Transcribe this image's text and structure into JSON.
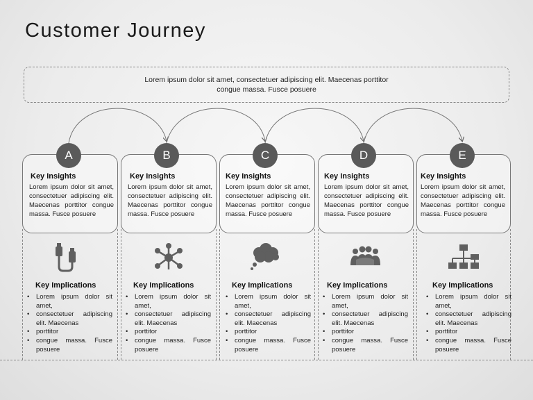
{
  "title": "Customer Journey",
  "intro": "Lorem ipsum dolor sit amet, consectetuer adipiscing elit. Maecenas porttitor congue massa. Fusce posuere",
  "stages": [
    {
      "letter": "A",
      "insights_title": "Key Insights",
      "insights_text": "Lorem ipsum dolor sit amet, consectetuer adipiscing elit. Maecenas porttitor congue massa. Fusce posuere",
      "icon": "usb-cable-icon",
      "implications_title": "Key Implications",
      "implications": [
        "Lorem ipsum dolor sit amet,",
        "consectetuer adipiscing elit. Maecenas",
        "porttitor",
        "congue massa. Fusce posuere"
      ]
    },
    {
      "letter": "B",
      "insights_title": "Key Insights",
      "insights_text": "Lorem ipsum dolor sit amet, consectetuer adipiscing elit. Maecenas porttitor congue massa. Fusce posuere",
      "icon": "network-nodes-icon",
      "implications_title": "Key Implications",
      "implications": [
        "Lorem ipsum dolor sit amet,",
        "consectetuer adipiscing elit. Maecenas",
        "porttitor",
        "congue massa. Fusce posuere"
      ]
    },
    {
      "letter": "C",
      "insights_title": "Key Insights",
      "insights_text": "Lorem ipsum dolor sit amet, consectetuer adipiscing elit. Maecenas porttitor congue massa. Fusce posuere",
      "icon": "thought-cloud-icon",
      "implications_title": "Key Implications",
      "implications": [
        "Lorem ipsum dolor sit amet,",
        "consectetuer adipiscing elit. Maecenas",
        "porttitor",
        "congue massa. Fusce posuere"
      ]
    },
    {
      "letter": "D",
      "insights_title": "Key Insights",
      "insights_text": "Lorem ipsum dolor sit amet, consectetuer adipiscing elit. Maecenas porttitor congue massa. Fusce posuere",
      "icon": "people-group-icon",
      "implications_title": "Key Implications",
      "implications": [
        "Lorem ipsum dolor sit amet,",
        "consectetuer adipiscing elit. Maecenas",
        "porttitor",
        "congue massa. Fusce posuere"
      ]
    },
    {
      "letter": "E",
      "insights_title": "Key Insights",
      "insights_text": "Lorem ipsum dolor sit amet, consectetuer adipiscing elit. Maecenas porttitor congue massa. Fusce posuere",
      "icon": "org-chart-icon",
      "implications_title": "Key Implications",
      "implications": [
        "Lorem ipsum dolor sit amet,",
        "consectetuer adipiscing elit. Maecenas",
        "porttitor",
        "congue massa. Fusce posuere"
      ]
    }
  ],
  "colors": {
    "circle": "#5a5a5a",
    "icon": "#5f5f5f",
    "border": "#777777"
  }
}
